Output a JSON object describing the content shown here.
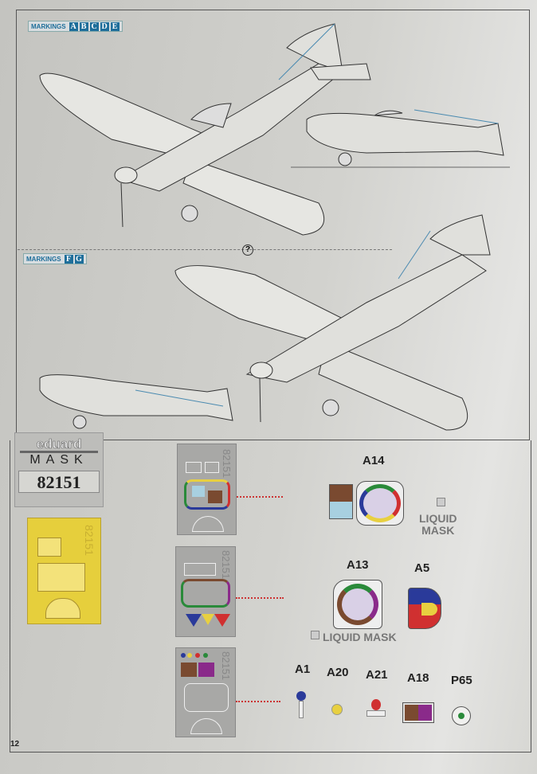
{
  "markings_top": {
    "label": "MARKINGS",
    "letters": [
      "A",
      "B",
      "C",
      "D",
      "E"
    ]
  },
  "markings_mid": {
    "label": "MARKINGS",
    "letters": [
      "F",
      "G"
    ]
  },
  "question_mark": "?",
  "mask_badge": {
    "brand": "eduard",
    "product": "MASK",
    "code": "82151"
  },
  "sheet_code": "82151",
  "parts": {
    "a14": "A14",
    "a13": "A13",
    "a5": "A5",
    "a1": "A1",
    "a20": "A20",
    "a21": "A21",
    "a18": "A18",
    "p65": "P65"
  },
  "liquid_mask_1": [
    "LIQUID",
    "MASK"
  ],
  "liquid_mask_2": "LIQUID MASK",
  "page_number": "12",
  "colors": {
    "brand_blue": "#1e6e9a",
    "yellow": "#e8d040",
    "brown": "#7a4a30",
    "purple": "#8a2a8a",
    "green": "#2a8a3a",
    "red": "#d03030",
    "blue": "#2a3a9a",
    "light_blue": "#a8d0e0"
  }
}
